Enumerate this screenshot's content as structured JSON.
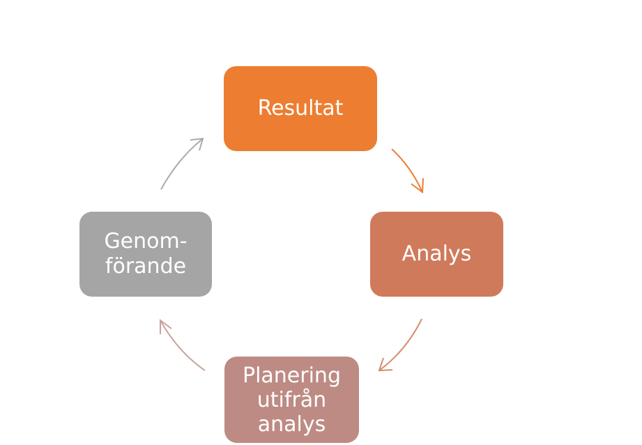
{
  "diagram": {
    "nodes": [
      {
        "id": "resultat",
        "label": "Resultat",
        "color": "#ED7D31"
      },
      {
        "id": "analys",
        "label": "Analys",
        "color": "#D07A5C"
      },
      {
        "id": "planering",
        "lines": [
          "Planering",
          "utifrån",
          "analys"
        ],
        "color": "#BD8B84"
      },
      {
        "id": "genomforande",
        "lines": [
          "Genom-",
          "förande"
        ],
        "color": "#A5A5A5"
      }
    ],
    "arrows": [
      {
        "from": "resultat",
        "to": "analys",
        "color": "#ED7D31"
      },
      {
        "from": "analys",
        "to": "planering",
        "color": "#D58D6E"
      },
      {
        "from": "planering",
        "to": "genomforande",
        "color": "#C9A29C"
      },
      {
        "from": "genomforande",
        "to": "resultat",
        "color": "#A9A9A9"
      }
    ]
  }
}
